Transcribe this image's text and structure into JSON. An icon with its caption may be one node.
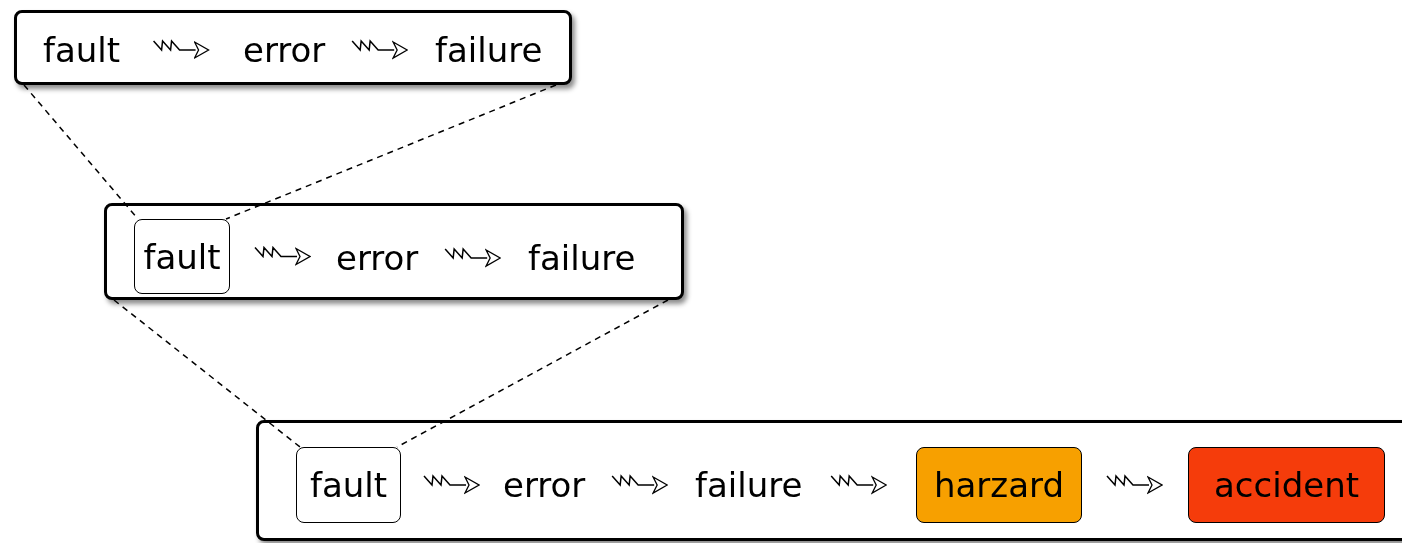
{
  "diagram": {
    "nodes": [
      {
        "text": [],
        "shape": "box"
      },
      {
        "text": [
          "fault"
        ],
        "in": 0
      },
      {
        "text": [
          "error"
        ],
        "in": 0
      },
      {
        "text": [
          "failure"
        ],
        "in": 0
      },
      {
        "text": [],
        "shape": "box"
      },
      {
        "text": [
          "fault"
        ],
        "in": 4
      },
      {
        "text": [
          "error"
        ],
        "in": 4
      },
      {
        "text": [
          "failure"
        ],
        "in": 4
      },
      {
        "text": [],
        "shape": "box"
      },
      {
        "text": [
          "fault"
        ],
        "in": 8
      },
      {
        "text": [
          "error"
        ],
        "in": 8
      },
      {
        "text": [
          "failure"
        ],
        "in": 8
      },
      {
        "text": [
          "harzard"
        ],
        "in": 8
      },
      {
        "text": [
          "accident"
        ],
        "in": 8
      }
    ],
    "edges": [
      {
        "from": 1,
        "to": 2,
        "arrow": "to"
      },
      {
        "from": 2,
        "to": 3,
        "arrow": "to"
      },
      {
        "from": 0,
        "to": 5,
        "arrow": "none",
        "style": "dashed"
      },
      {
        "from": 0,
        "to": 5,
        "arrow": "none",
        "style": "dashed"
      },
      {
        "from": 5,
        "to": 6,
        "arrow": "to"
      },
      {
        "from": 6,
        "to": 7,
        "arrow": "to"
      },
      {
        "from": 4,
        "to": 9,
        "arrow": "none",
        "style": "dashed"
      },
      {
        "from": 4,
        "to": 9,
        "arrow": "none",
        "style": "dashed"
      },
      {
        "from": 9,
        "to": 10,
        "arrow": "to"
      },
      {
        "from": 10,
        "to": 11,
        "arrow": "to"
      },
      {
        "from": 11,
        "to": 12,
        "arrow": "to"
      },
      {
        "from": 12,
        "to": 13,
        "arrow": "to"
      }
    ]
  }
}
